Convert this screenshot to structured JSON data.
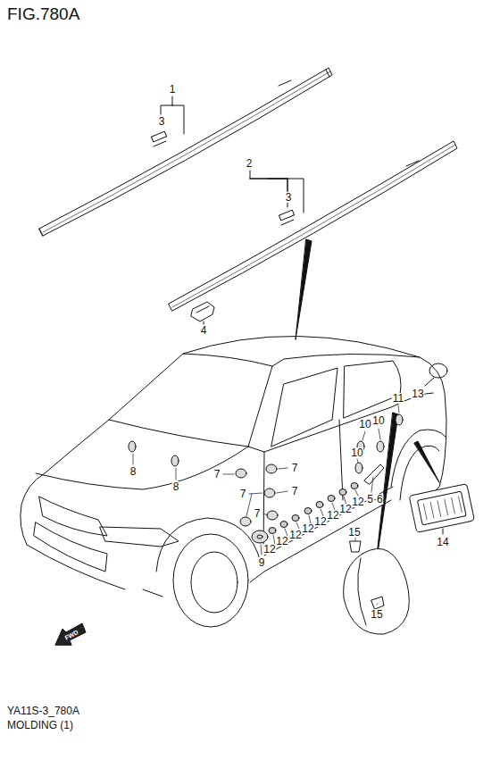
{
  "diagram": {
    "title": "FIG.780A",
    "caption": "MOLDING (1)",
    "labels": [
      "1",
      "3",
      "2",
      "3",
      "4",
      "13",
      "11",
      "10",
      "10",
      "10",
      "8",
      "7",
      "7",
      "8",
      "7",
      "7",
      "5·6",
      "12",
      "12",
      "12",
      "12",
      "12",
      "12",
      "7",
      "12",
      "12",
      "9",
      "14",
      "15",
      "15",
      "FWD",
      "YA11S-3_780A"
    ]
  }
}
